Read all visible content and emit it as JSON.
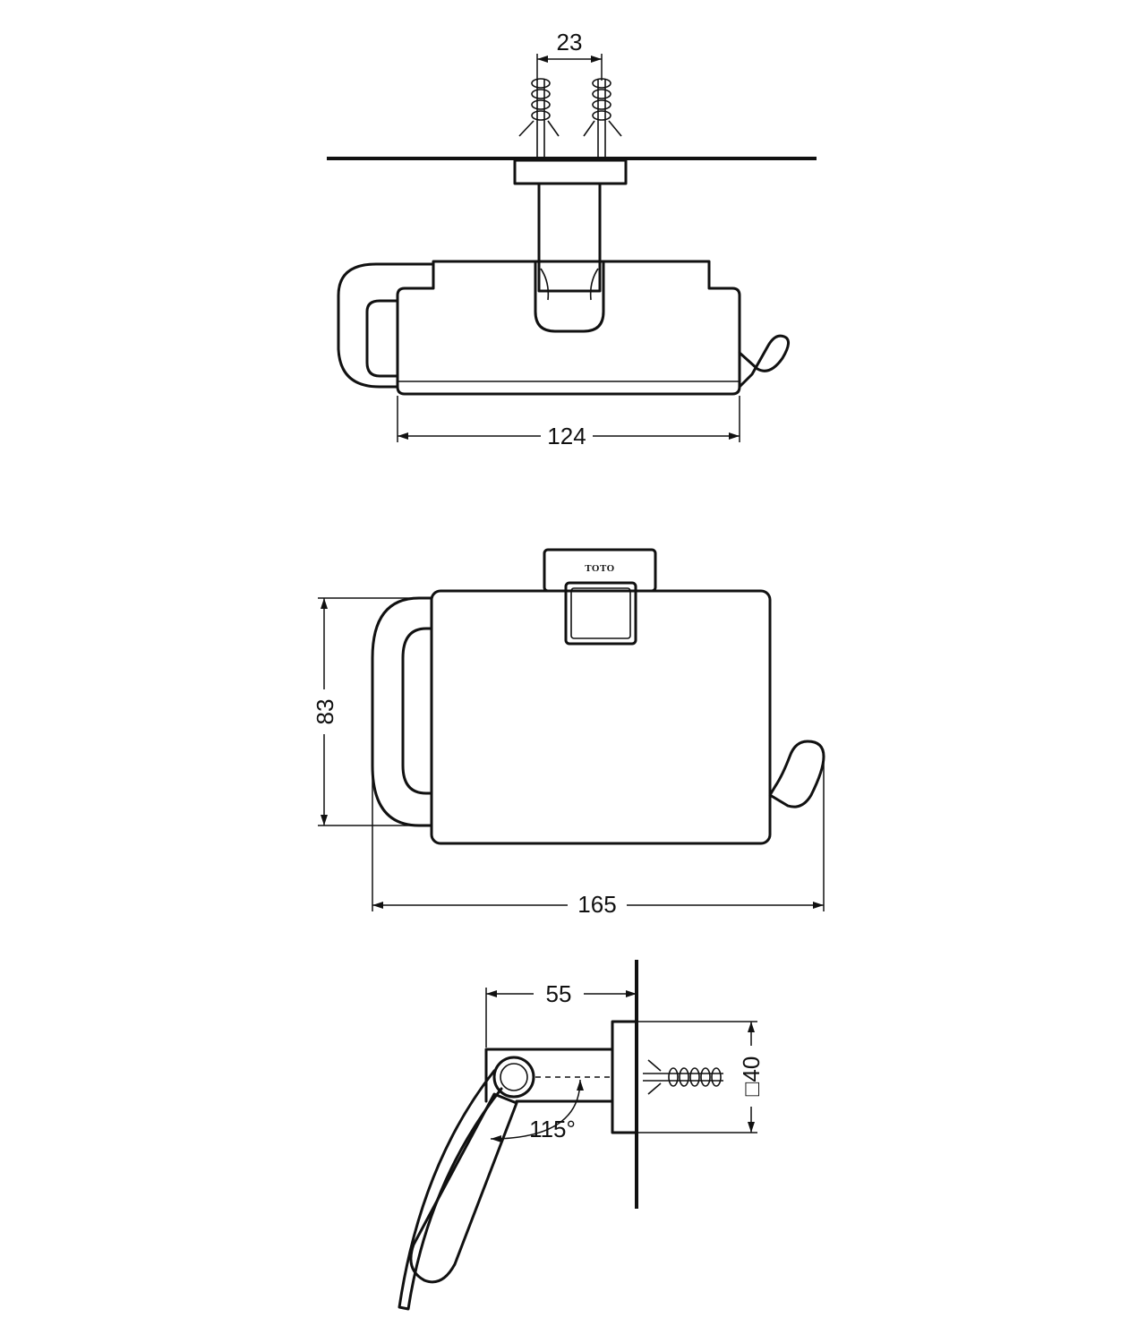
{
  "dimensions": {
    "anchor_spacing": "23",
    "cover_width": "124",
    "height": "83",
    "overall_width": "165",
    "projection": "55",
    "flange_size": "□40",
    "swing_angle": "115°"
  },
  "logo": {
    "text": "TOTO"
  }
}
